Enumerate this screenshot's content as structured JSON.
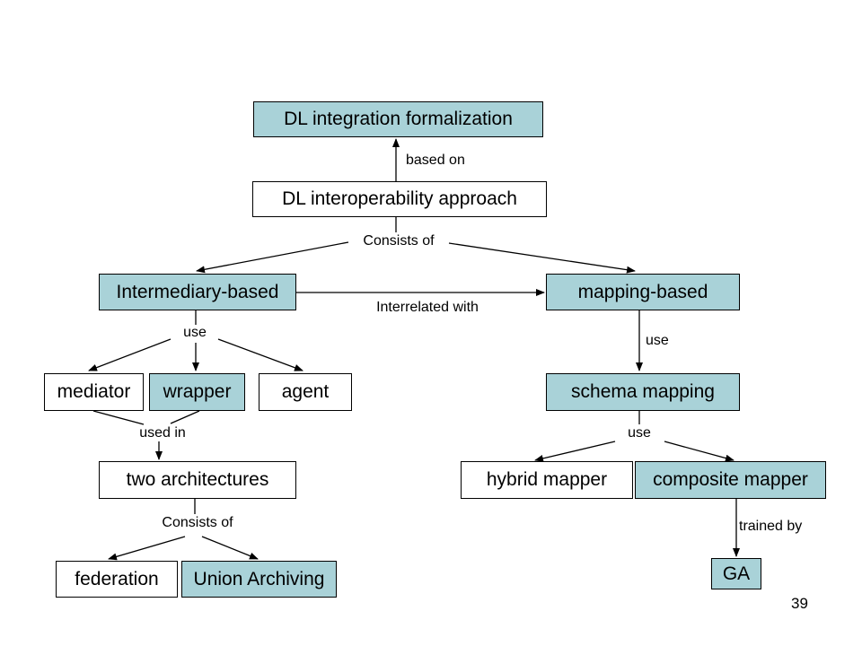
{
  "nodes": {
    "dl_integration": "DL integration formalization",
    "dl_interoperability": "DL interoperability approach",
    "intermediary": "Intermediary-based",
    "mapping": "mapping-based",
    "mediator": "mediator",
    "wrapper": "wrapper",
    "agent": "agent",
    "schema_mapping": "schema mapping",
    "two_architectures": "two architectures",
    "hybrid_mapper": "hybrid mapper",
    "composite_mapper": "composite mapper",
    "federation": "federation",
    "union_archiving": "Union Archiving",
    "ga": "GA"
  },
  "edge_labels": {
    "based_on": "based on",
    "consists_of_top": "Consists of",
    "interrelated_with": "Interrelated with",
    "use_left": "use",
    "use_right": "use",
    "used_in": "used in",
    "use_schema": "use",
    "consists_of_bottom": "Consists of",
    "trained_by": "trained by"
  },
  "page_number": "39",
  "colors": {
    "teal_fill": "#a9d2d8",
    "white_fill": "#ffffff",
    "line": "#000000"
  }
}
